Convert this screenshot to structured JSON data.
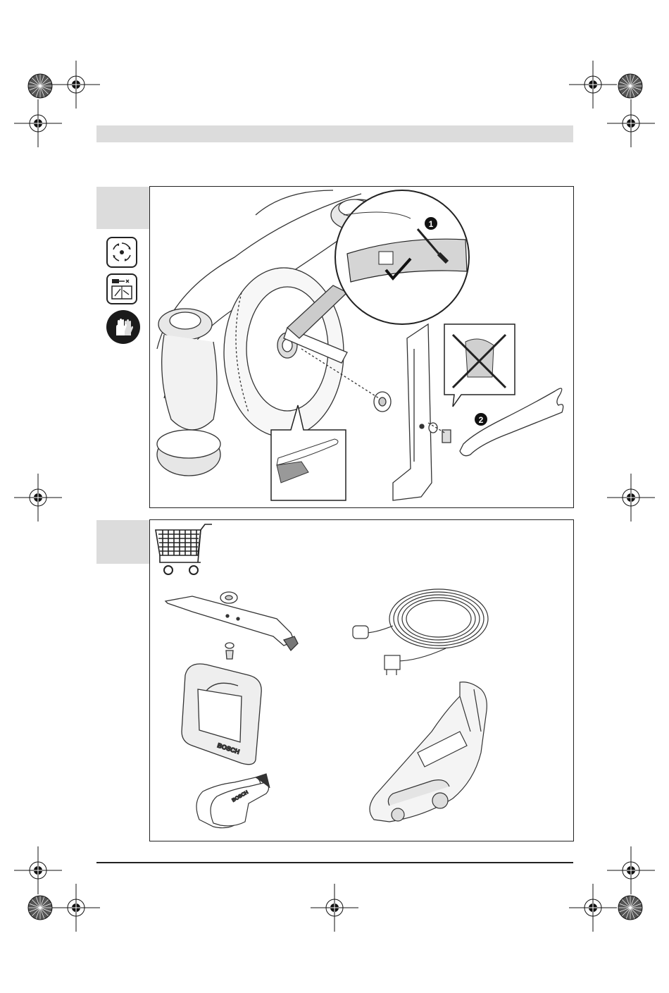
{
  "page": {
    "background": "#ffffff",
    "header_bar_color": "#dcdcdc",
    "tab_color": "#dcdcdc",
    "line_color": "#222222"
  },
  "figure_maintenance": {
    "side_icons": [
      "rotating-blade-icon",
      "unplug-read-manual-icon",
      "gloves-icon"
    ],
    "callouts": [
      {
        "label": "1",
        "meaning": "screwdriver-insert"
      },
      {
        "label": "2",
        "meaning": "spanner-tighten"
      }
    ],
    "no_oil_icon": "no-lubricant-icon",
    "brush_icon": "cleaning-brush-icon",
    "check_icon": "checkmark-icon"
  },
  "figure_accessories": {
    "cart_icon": "shopping-cart-icon",
    "items": [
      "replacement-blade",
      "extension-cable",
      "grass-box",
      "garden-gloves",
      "storage-cover"
    ],
    "brand_on_items": "BOSCH"
  },
  "registration_marks": [
    "crosshair-marks",
    "color-wheel-marks"
  ]
}
